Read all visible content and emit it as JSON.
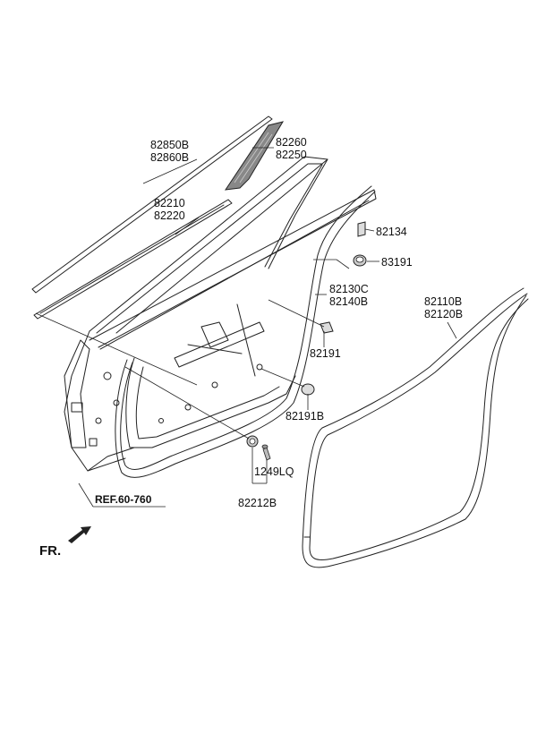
{
  "labels": {
    "p82850": "82850B",
    "p82860": "82860B",
    "p82260": "82260",
    "p82250": "82250",
    "p82210": "82210",
    "p82220": "82220",
    "p82134": "82134",
    "p83191": "83191",
    "p82130": "82130C",
    "p82140": "82140B",
    "p82110": "82110B",
    "p82120": "82120B",
    "p82191": "82191",
    "p82191b": "82191B",
    "p1249": "1249LQ",
    "p82212": "82212B",
    "ref": "REF.60-760",
    "fr": "FR."
  }
}
